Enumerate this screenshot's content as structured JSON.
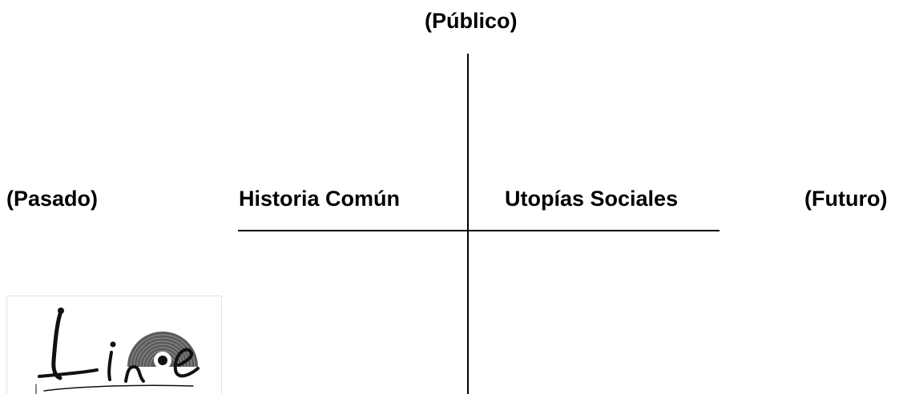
{
  "diagram": {
    "top_label": "(Público)",
    "left_label": "(Pasado)",
    "right_label": "(Futuro)",
    "quadrant_left_label": "Historia Común",
    "quadrant_right_label": "Utopías Sociales",
    "axis_color": "#000000",
    "background_color": "#ffffff"
  },
  "logo": {
    "icon": "vinyl-record-logo-icon",
    "lettering": "Line"
  }
}
